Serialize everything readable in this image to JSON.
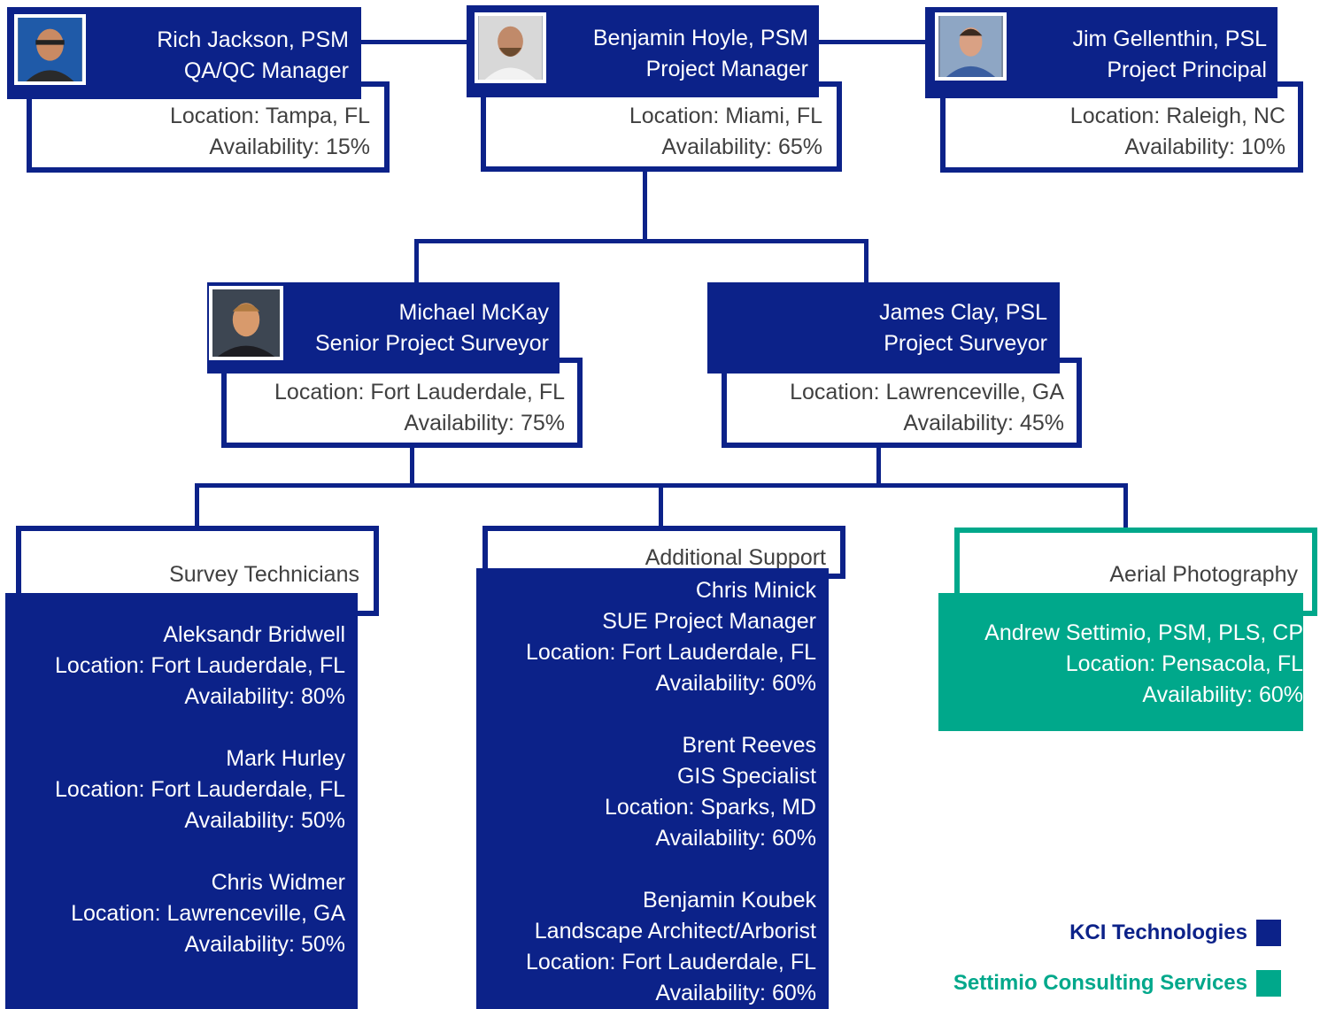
{
  "top_row": [
    {
      "id": "rich",
      "name": "Rich Jackson, PSM",
      "role": "QA/QC Manager",
      "location": "Location: Tampa, FL",
      "availability": "Availability: 15%"
    },
    {
      "id": "benjamin",
      "name": "Benjamin Hoyle, PSM",
      "role": "Project Manager",
      "location": "Location: Miami, FL",
      "availability": "Availability: 65%"
    },
    {
      "id": "jim",
      "name": "Jim Gellenthin, PSL",
      "role": "Project Principal",
      "location": "Location: Raleigh, NC",
      "availability": "Availability: 10%"
    }
  ],
  "mid_row": [
    {
      "id": "michael",
      "name": "Michael McKay",
      "role": "Senior Project Surveyor",
      "location": "Location: Fort Lauderdale, FL",
      "availability": "Availability: 75%"
    },
    {
      "id": "james",
      "name": "James Clay, PSL",
      "role": "Project Surveyor",
      "location": "Location: Lawrenceville, GA",
      "availability": "Availability: 45%"
    }
  ],
  "groups": {
    "survey_technicians": {
      "title": "Survey Technicians",
      "people": [
        {
          "name": "Aleksandr Bridwell",
          "location": "Location: Fort Lauderdale, FL",
          "availability": "Availability: 80%"
        },
        {
          "name": "Mark Hurley",
          "location": "Location: Fort Lauderdale, FL",
          "availability": "Availability: 50%"
        },
        {
          "name": "Chris Widmer",
          "location": "Location: Lawrenceville, GA",
          "availability": "Availability: 50%"
        }
      ]
    },
    "additional_support": {
      "title": "Additional Support",
      "people": [
        {
          "name": "Chris Minick",
          "role": "SUE Project Manager",
          "location": "Location: Fort Lauderdale, FL",
          "availability": "Availability: 60%"
        },
        {
          "name": "Brent Reeves",
          "role": "GIS Specialist",
          "location": "Location: Sparks, MD",
          "availability": "Availability: 60%"
        },
        {
          "name": "Benjamin Koubek",
          "role": "Landscape Architect/Arborist",
          "location": "Location: Fort Lauderdale, FL",
          "availability": "Availability: 60%"
        }
      ]
    },
    "aerial_photography": {
      "title": "Aerial Photography",
      "people": [
        {
          "name": "Andrew Settimio, PSM, PLS, CP",
          "location": "Location: Pensacola, FL",
          "availability": "Availability: 60%"
        }
      ]
    }
  },
  "legend": [
    {
      "label": "KCI Technologies",
      "color": "#0c2289"
    },
    {
      "label": "Settimio Consulting Services",
      "color": "#00a88b"
    }
  ],
  "colors": {
    "kci_navy": "#0c2289",
    "settimio_teal": "#00a88b"
  }
}
